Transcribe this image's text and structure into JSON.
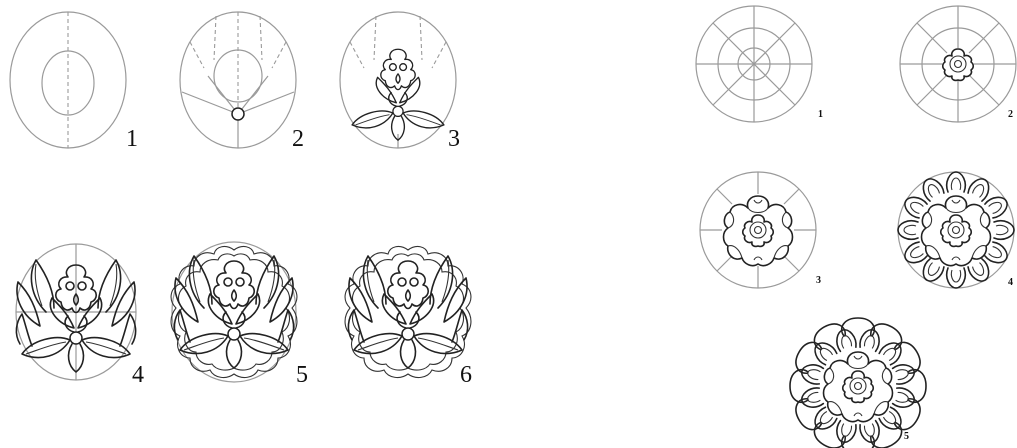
{
  "lotus_steps": {
    "labels": [
      "1",
      "2",
      "3",
      "4",
      "5",
      "6"
    ]
  },
  "rosette_steps": {
    "labels": [
      "1",
      "2",
      "3",
      "4",
      "5"
    ]
  },
  "colors": {
    "guide": "#9a9a9a",
    "ink": "#222222",
    "background": "#ffffff"
  }
}
